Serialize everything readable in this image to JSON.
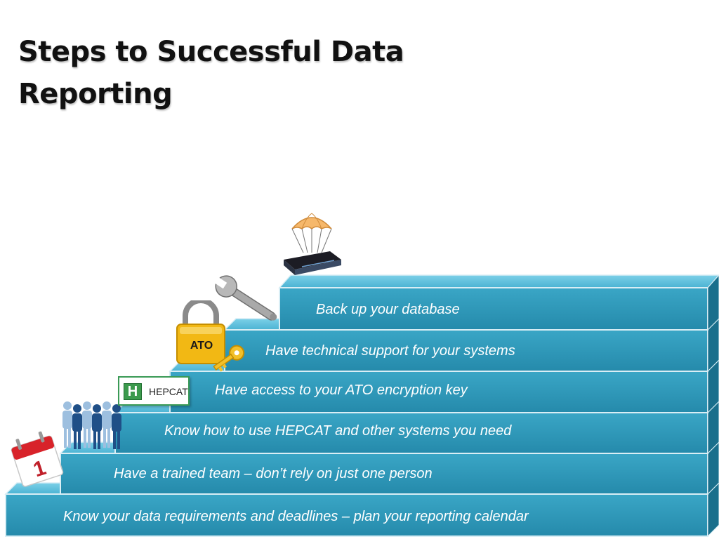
{
  "title": {
    "line1": "Steps to Successful Data",
    "line2": "Reporting"
  },
  "steps": [
    {
      "label": "Know your data requirements and deadlines – plan your reporting calendar",
      "icon": "calendar-icon",
      "icon_text": "1"
    },
    {
      "label": "Have a trained team – don’t rely on just one person",
      "icon": "team-people-icon"
    },
    {
      "label": "Know how to use HEPCAT and other systems you need",
      "icon": "hepcat-logo",
      "icon_letter": "H",
      "icon_text": "HEPCAT"
    },
    {
      "label": "Have access to your ATO encryption key",
      "icon": "padlock-key-icon",
      "icon_text": "ATO"
    },
    {
      "label": "Have technical support for your systems",
      "icon": "wrench-icon"
    },
    {
      "label": "Back up your database",
      "icon": "parachute-server-icon"
    }
  ],
  "colors": {
    "step_front": "#2e97b7",
    "step_top": "#5cbfdc",
    "step_side": "#1a6f8c",
    "step_border": "#d9eef5"
  }
}
